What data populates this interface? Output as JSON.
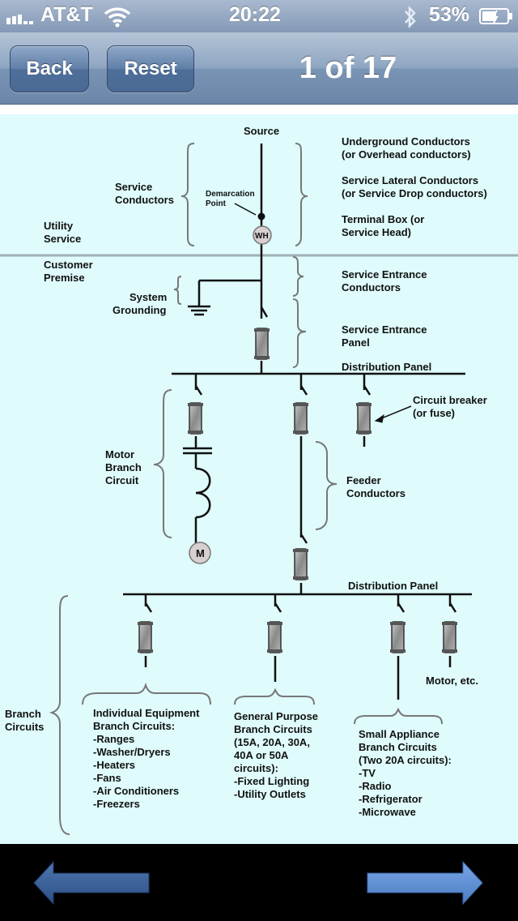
{
  "status": {
    "carrier": "AT&T",
    "time": "20:22",
    "battery": "53%",
    "icons": [
      "signal-icon",
      "wifi-icon",
      "bluetooth-icon",
      "battery-icon"
    ]
  },
  "nav": {
    "back_label": "Back",
    "reset_label": "Reset",
    "page_counter": "1 of 17"
  },
  "diagram": {
    "source": "Source",
    "underground_line1": "Underground Conductors",
    "underground_line2": "(or Overhead conductors)",
    "lateral_line1": "Service Lateral Conductors",
    "lateral_line2": "(or Service Drop conductors)",
    "terminal_line1": "Terminal Box (or",
    "terminal_line2": "Service Head)",
    "service_conductors_line1": "Service",
    "service_conductors_line2": "Conductors",
    "demarcation_line1": "Demarcation",
    "demarcation_line2": "Point",
    "meter_label": "WH",
    "utility_line1": "Utility",
    "utility_line2": "Service",
    "customer_line1": "Customer",
    "customer_line2": "Premise",
    "grounding_line1": "System",
    "grounding_line2": "Grounding",
    "entrance_conductors_line1": "Service Entrance",
    "entrance_conductors_line2": "Conductors",
    "entrance_panel_line1": "Service Entrance",
    "entrance_panel_line2": "Panel",
    "distribution_panel_1": "Distribution Panel",
    "breaker_line1": "Circuit breaker",
    "breaker_line2": "(or fuse)",
    "motor_branch_line1": "Motor",
    "motor_branch_line2": "Branch",
    "motor_branch_line3": "Circuit",
    "feeder_line1": "Feeder",
    "feeder_line2": "Conductors",
    "motor_label": "M",
    "distribution_panel_2": "Distribution Panel",
    "motor_etc": "Motor, etc.",
    "branch_line1": "Branch",
    "branch_line2": "Circuits",
    "individual": [
      "Individual Equipment",
      "Branch Circuits:",
      "-Ranges",
      "-Washer/Dryers",
      "-Heaters",
      "-Fans",
      "-Air Conditioners",
      "-Freezers"
    ],
    "general": [
      "General Purpose",
      "Branch Circuits",
      "(15A, 20A, 30A,",
      "40A or 50A",
      "circuits):",
      "-Fixed Lighting",
      "-Utility Outlets"
    ],
    "small": [
      "Small Appliance",
      "Branch Circuits",
      "(Two 20A circuits):",
      "-TV",
      "-Radio",
      "-Refrigerator",
      "-Microwave"
    ]
  },
  "toolbar": {
    "prev_icon": "left-arrow-icon",
    "next_icon": "right-arrow-icon"
  },
  "colors": {
    "diagram_background": "#dffbfb",
    "nav_bar": "#7a94b5",
    "arrow_blue": "#5b86c8",
    "boundary_line": "#9fb0b8"
  }
}
